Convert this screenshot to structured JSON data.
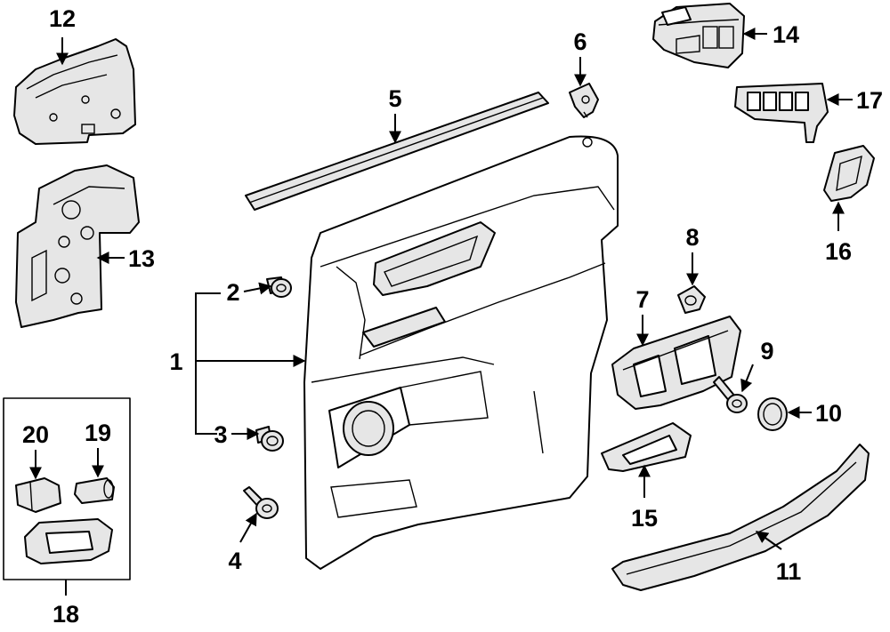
{
  "callouts": {
    "c1": "1",
    "c2": "2",
    "c3": "3",
    "c4": "4",
    "c5": "5",
    "c6": "6",
    "c7": "7",
    "c8": "8",
    "c9": "9",
    "c10": "10",
    "c11": "11",
    "c12": "12",
    "c13": "13",
    "c14": "14",
    "c15": "15",
    "c16": "16",
    "c17": "17",
    "c18": "18",
    "c19": "19",
    "c20": "20"
  },
  "colors": {
    "line": "#000000",
    "part_fill": "#e6e6e6",
    "background": "#ffffff"
  }
}
